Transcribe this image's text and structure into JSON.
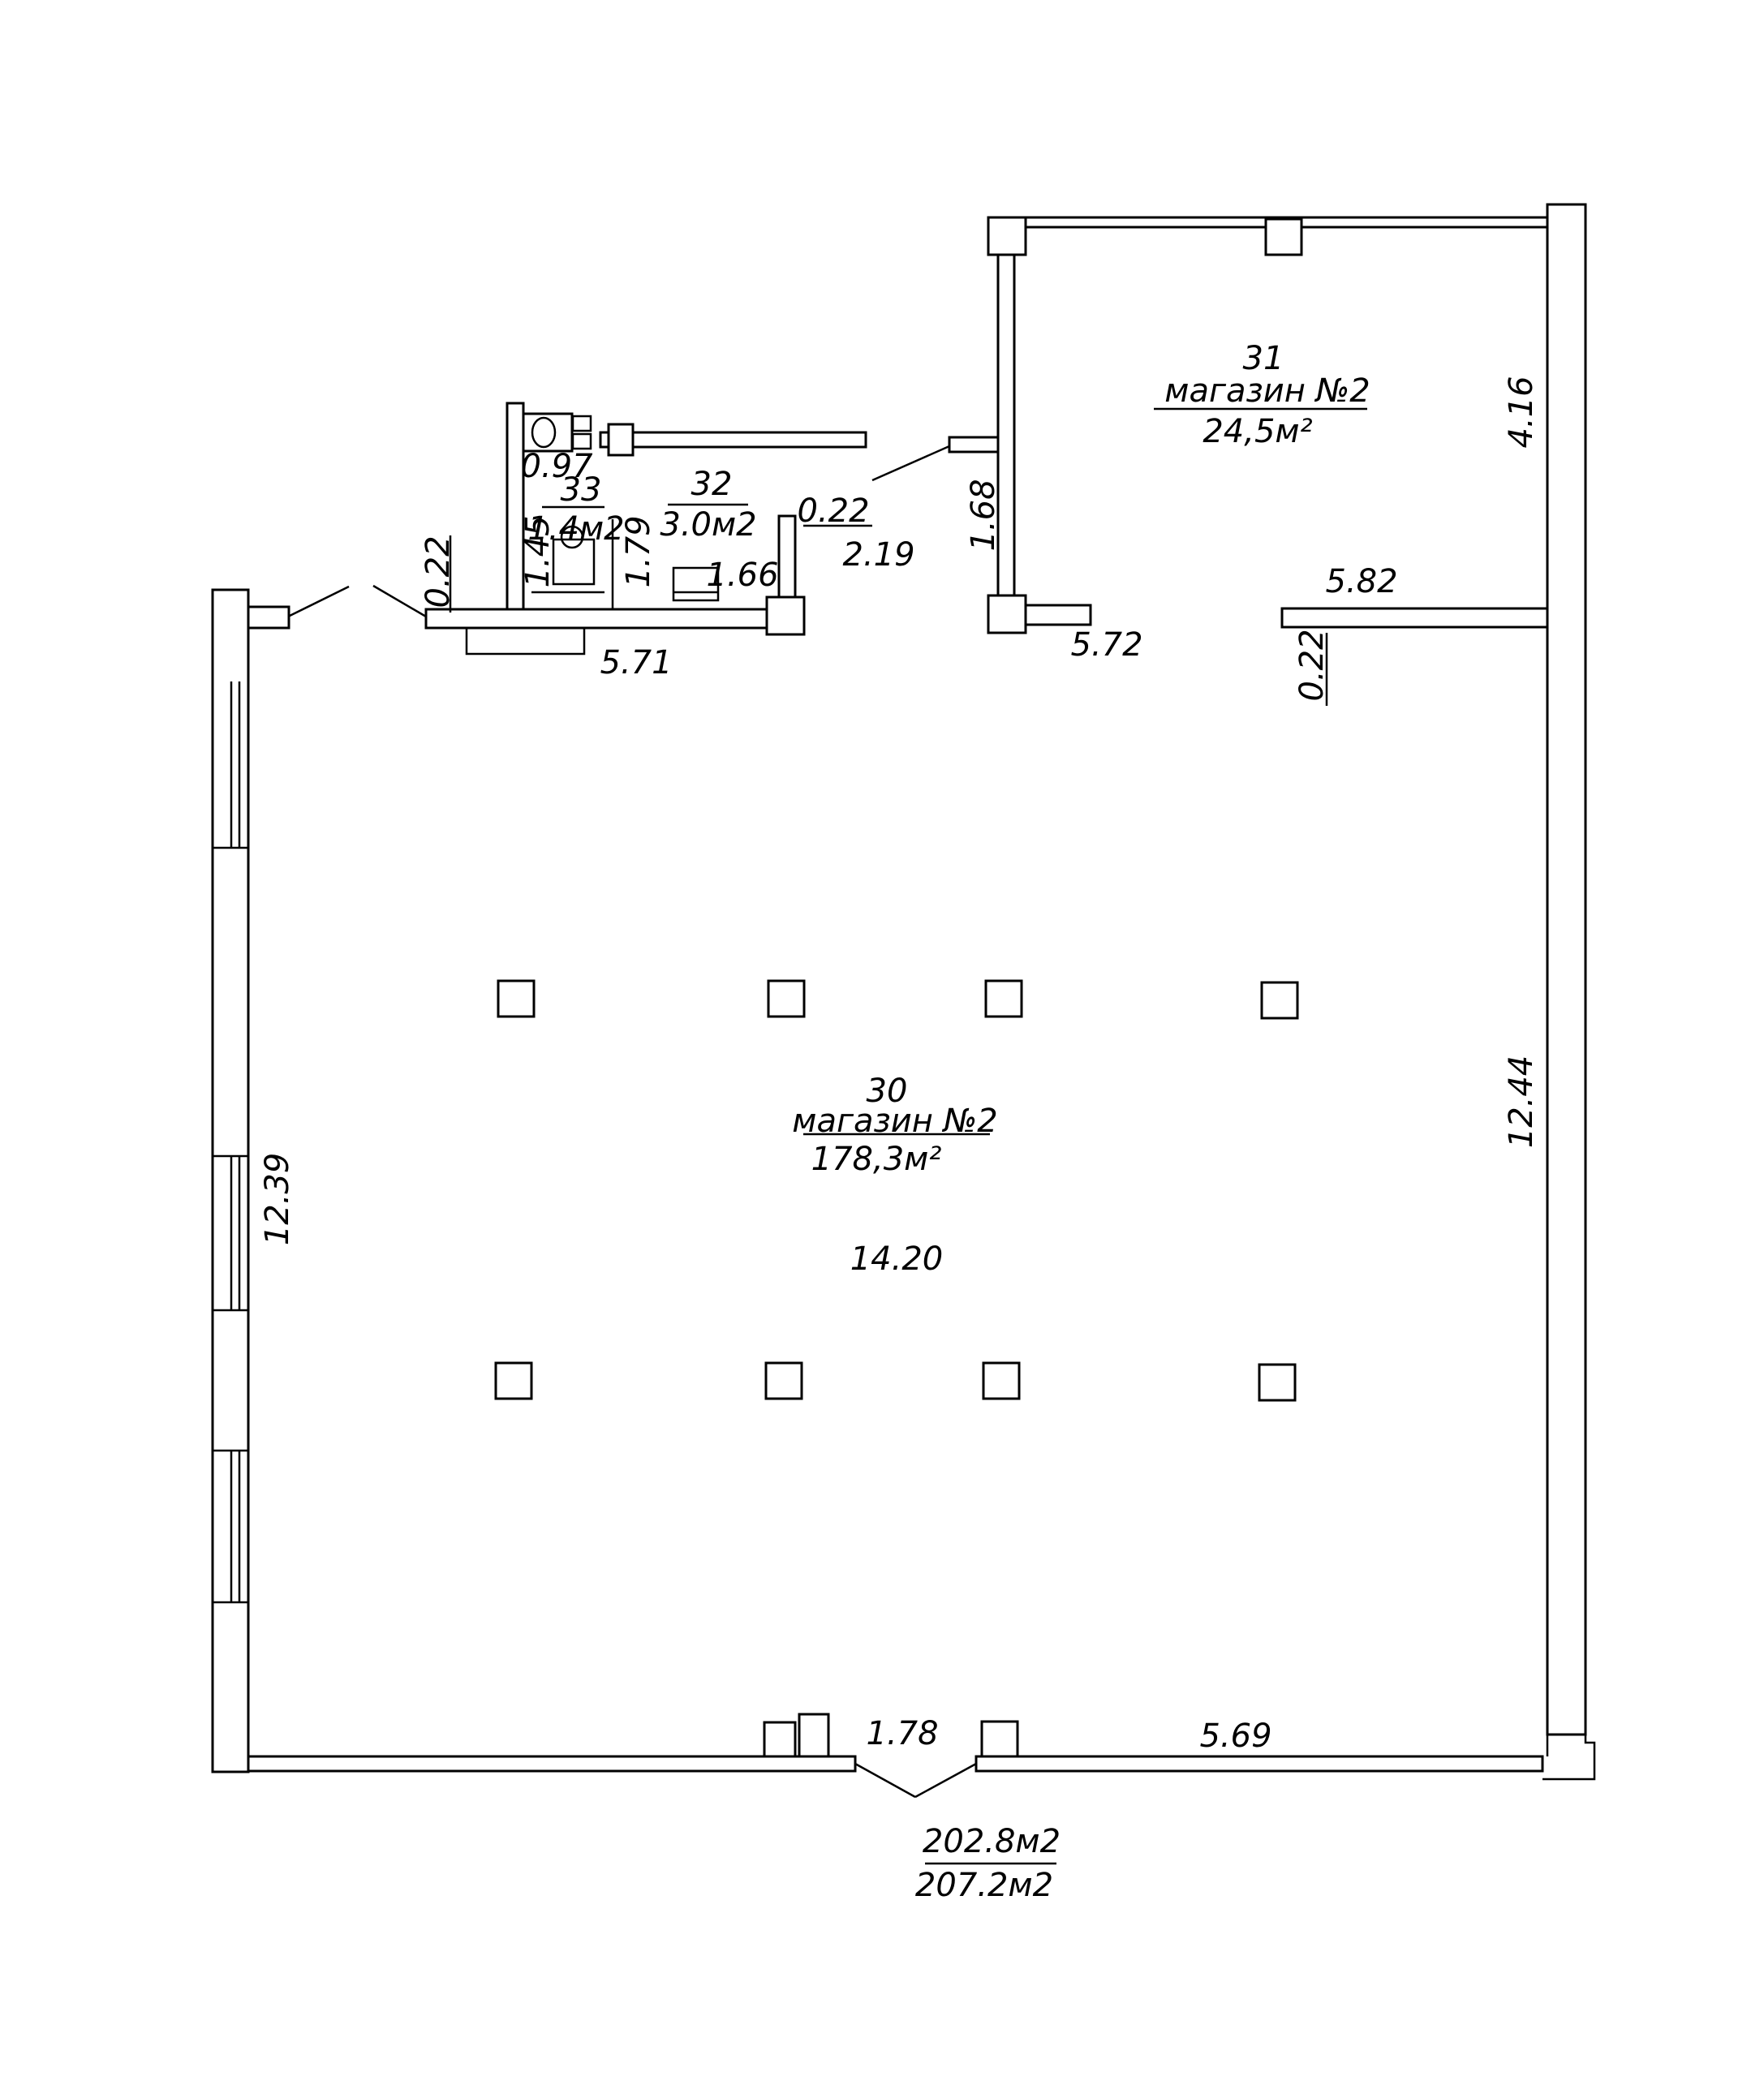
{
  "rooms": [
    {
      "number": "30",
      "name": "магазин №2",
      "area": "178,3м²"
    },
    {
      "number": "31",
      "name": "магазин №2",
      "area": "24,5м²"
    },
    {
      "number": "32",
      "area": "3.0м2"
    },
    {
      "number": "33",
      "area": "1.4м2"
    }
  ],
  "dimensions": {
    "d_0_97": "0.97",
    "d_1_45": "1.45",
    "d_1_79": "1.79",
    "d_1_66": "1.66",
    "d_0_22_a": "0.22",
    "d_0_22_b": "0.22",
    "d_0_22_c": "0.22",
    "d_2_19": "2.19",
    "d_1_68": "1.68",
    "d_5_71": "5.71",
    "d_5_72": "5.72",
    "d_5_82": "5.82",
    "d_4_16": "4.16",
    "d_12_44": "12.44",
    "d_12_39": "12.39",
    "d_14_20": "14.20",
    "d_1_78": "1.78",
    "d_5_69": "5.69"
  },
  "totals": {
    "net": "202.8м2",
    "gross": "207.2м2"
  }
}
